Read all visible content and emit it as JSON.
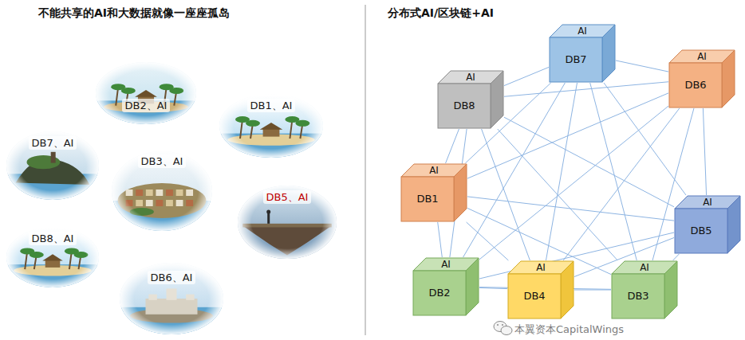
{
  "diagram": {
    "title": "不能共享的AI和大数据就像一座座孤岛",
    "nodes": [
      {
        "text": [
          "DB2、AI"
        ]
      },
      {
        "text": [
          "DB1、AI"
        ]
      },
      {
        "text": [
          "DB7、AI"
        ]
      },
      {
        "text": [
          "DB3、AI"
        ]
      },
      {
        "text": [
          "DB5、AI"
        ]
      },
      {
        "text": [
          "DB8、AI"
        ]
      },
      {
        "text": [
          "DB6、AI"
        ]
      },
      {
        "text": [
          "AI",
          "DB7"
        ]
      },
      {
        "text": [
          "AI",
          "DB8"
        ]
      },
      {
        "text": [
          "AI",
          "DB6"
        ]
      },
      {
        "text": [
          "AI",
          "DB1"
        ]
      },
      {
        "text": [
          "AI",
          "DB5"
        ]
      },
      {
        "text": [
          "AI",
          "DB2"
        ]
      },
      {
        "text": [
          "AI",
          "DB4"
        ]
      },
      {
        "text": [
          "AI",
          "DB3"
        ]
      }
    ],
    "edges": [
      {
        "from": 7,
        "to": 8,
        "arrow": "none"
      },
      {
        "from": 7,
        "to": 9,
        "arrow": "none"
      },
      {
        "from": 7,
        "to": 10,
        "arrow": "none"
      },
      {
        "from": 7,
        "to": 11,
        "arrow": "none"
      },
      {
        "from": 7,
        "to": 12,
        "arrow": "none"
      },
      {
        "from": 7,
        "to": 13,
        "arrow": "none"
      },
      {
        "from": 7,
        "to": 14,
        "arrow": "none"
      },
      {
        "from": 8,
        "to": 9,
        "arrow": "none"
      },
      {
        "from": 8,
        "to": 10,
        "arrow": "none"
      },
      {
        "from": 8,
        "to": 11,
        "arrow": "none"
      },
      {
        "from": 8,
        "to": 12,
        "arrow": "none"
      },
      {
        "from": 8,
        "to": 13,
        "arrow": "none"
      },
      {
        "from": 8,
        "to": 14,
        "arrow": "none"
      },
      {
        "from": 9,
        "to": 10,
        "arrow": "none"
      },
      {
        "from": 9,
        "to": 11,
        "arrow": "none"
      },
      {
        "from": 9,
        "to": 12,
        "arrow": "none"
      },
      {
        "from": 9,
        "to": 13,
        "arrow": "none"
      },
      {
        "from": 9,
        "to": 14,
        "arrow": "none"
      },
      {
        "from": 10,
        "to": 11,
        "arrow": "none"
      },
      {
        "from": 10,
        "to": 12,
        "arrow": "none"
      },
      {
        "from": 10,
        "to": 13,
        "arrow": "none"
      },
      {
        "from": 10,
        "to": 14,
        "arrow": "none"
      },
      {
        "from": 11,
        "to": 12,
        "arrow": "none"
      },
      {
        "from": 11,
        "to": 13,
        "arrow": "none"
      },
      {
        "from": 11,
        "to": 14,
        "arrow": "none"
      },
      {
        "from": 12,
        "to": 13,
        "arrow": "none"
      },
      {
        "from": 12,
        "to": 14,
        "arrow": "none"
      },
      {
        "from": 13,
        "to": 14,
        "arrow": "none"
      }
    ],
    "labels": [
      "分布式AI/区块链+AI",
      "本翼资本CapitalWings"
    ]
  }
}
